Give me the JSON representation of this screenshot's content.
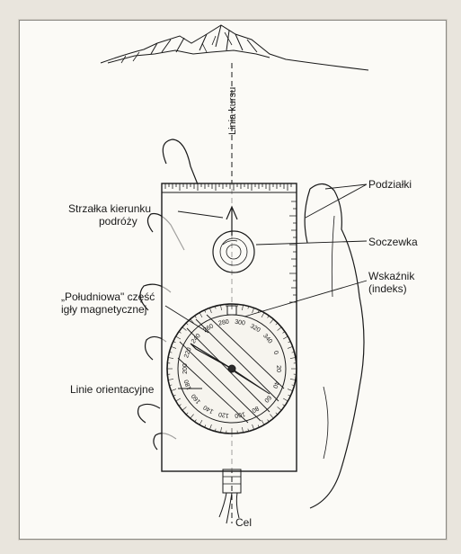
{
  "labels": {
    "course_line": "Linia kursu",
    "scales": "Podziałki",
    "direction_arrow_line1": "Strzałka kierunku",
    "direction_arrow_line2": "podróży",
    "lens": "Soczewka",
    "index_line1": "Wskaźnik",
    "index_line2": "(indeks)",
    "south_needle_line1": "„Południowa\" część",
    "south_needle_line2": "igły magnetycznej",
    "orientation_lines": "Linie orientacyjne",
    "target": "Cel"
  },
  "dial_numbers": [
    "180",
    "200",
    "220",
    "240",
    "260",
    "280",
    "300",
    "320",
    "340",
    "0",
    "20",
    "40",
    "60",
    "80",
    "100",
    "120",
    "140",
    "160"
  ],
  "colors": {
    "ink": "#1a1a1a",
    "paper": "#fbfaf6",
    "background": "#e9e5dd",
    "needle_dark": "#2b2b2b"
  }
}
